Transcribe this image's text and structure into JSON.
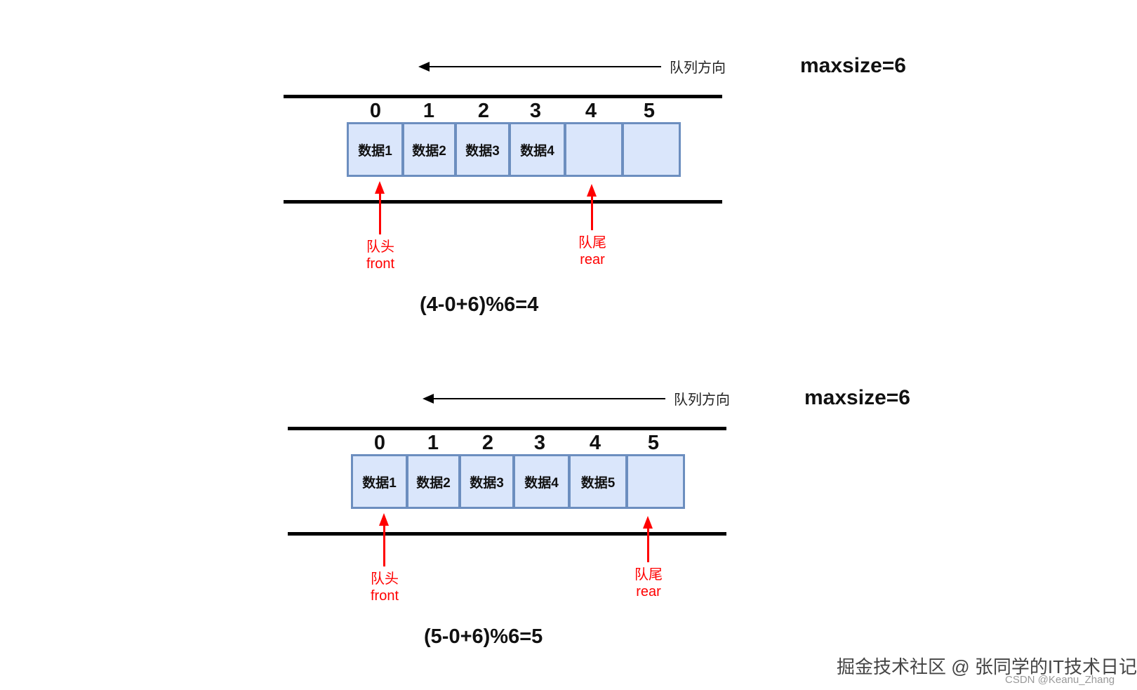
{
  "panels": [
    {
      "direction_label": "队列方向",
      "maxsize": "maxsize=6",
      "indices": [
        "0",
        "1",
        "2",
        "3",
        "4",
        "5"
      ],
      "cells": [
        "数据1",
        "数据2",
        "数据3",
        "数据4",
        "",
        ""
      ],
      "front": {
        "line1": "队头",
        "line2": "front",
        "slot": 0
      },
      "rear": {
        "line1": "队尾",
        "line2": "rear",
        "slot": 4
      },
      "formula": "(4-0+6)%6=4"
    },
    {
      "direction_label": "队列方向",
      "maxsize": "maxsize=6",
      "indices": [
        "0",
        "1",
        "2",
        "3",
        "4",
        "5"
      ],
      "cells": [
        "数据1",
        "数据2",
        "数据3",
        "数据4",
        "数据5",
        ""
      ],
      "front": {
        "line1": "队头",
        "line2": "front",
        "slot": 0
      },
      "rear": {
        "line1": "队尾",
        "line2": "rear",
        "slot": 5
      },
      "formula": "(5-0+6)%6=5"
    }
  ],
  "watermark": {
    "main": "掘金技术社区 @ 张同学的IT技术日记",
    "sub": "CSDN @Keanu_Zhang"
  },
  "colors": {
    "cell_fill": "#dae6fb",
    "cell_border": "#6c8ebf",
    "pointer": "#ff0000",
    "rail": "#000000"
  }
}
